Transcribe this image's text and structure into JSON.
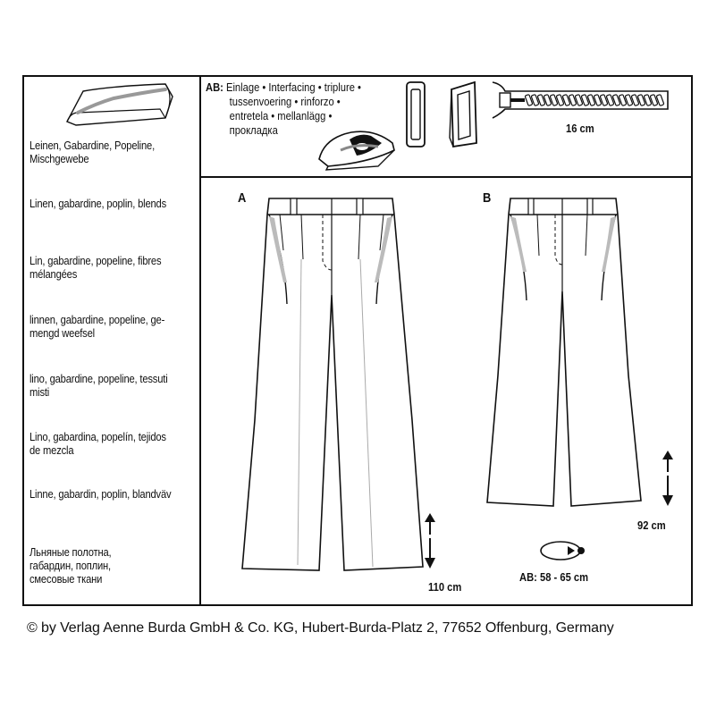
{
  "fabrics": [
    {
      "lang": "de",
      "lines": [
        "Leinen, Gabardine, Popeline,",
        "Mischgewebe"
      ]
    },
    {
      "lang": "en",
      "lines": [
        "Linen, gabardine, poplin, blends"
      ]
    },
    {
      "lang": "fr",
      "lines": [
        "Lin, gabardine, popeline, fibres",
        "mélangées"
      ]
    },
    {
      "lang": "nl",
      "lines": [
        "linnen, gabardine, popeline, ge-",
        "mengd weefsel"
      ]
    },
    {
      "lang": "it",
      "lines": [
        "lino, gabardine, popeline, tessuti",
        "misti"
      ]
    },
    {
      "lang": "es",
      "lines": [
        "Lino, gabardina, popelín, tejidos",
        "de mezcla"
      ]
    },
    {
      "lang": "sv",
      "lines": [
        "Linne, gabardin, poplin, blandväv"
      ]
    },
    {
      "lang": "ru",
      "lines": [
        "Льняные полотна,",
        "габардин, поплин,",
        "смесовые ткани"
      ]
    }
  ],
  "notions": {
    "ab_label": "AB:",
    "lines": [
      "Einlage • Interfacing • triplure •",
      "tussenvoering • rinforzo •",
      "entretela • mellanlägg •",
      "прокладка"
    ],
    "zipper_length": "16 cm"
  },
  "views": {
    "a_label": "A",
    "b_label": "B",
    "a_length": "110 cm",
    "b_length": "92 cm",
    "elastic": "AB: 58 - 65 cm"
  },
  "copyright": "© by Verlag Aenne Burda GmbH & Co. KG, Hubert-Burda-Platz 2, 77652 Offenburg, Germany"
}
